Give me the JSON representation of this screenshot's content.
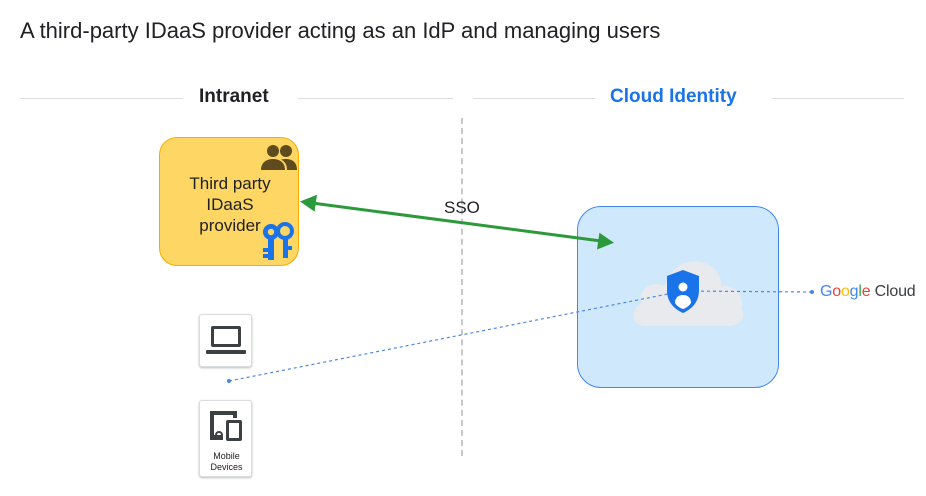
{
  "title": "A third-party IDaaS provider acting as an IdP and managing users",
  "sections": {
    "intranet": "Intranet",
    "cloud_identity": "Cloud Identity"
  },
  "idp": {
    "line1": "Third party",
    "line2": "IDaaS",
    "line3": "provider",
    "icons": [
      "people-icon",
      "keys-icon"
    ]
  },
  "connection": {
    "label": "SSO"
  },
  "devices": {
    "laptop_icon": "laptop-icon",
    "mobile_label_line1": "Mobile",
    "mobile_label_line2": "Devices",
    "mobile_icon": "mobile-devices-icon"
  },
  "cloud_identity_node": {
    "icon": "shield-user-icon"
  },
  "google_cloud": {
    "brand": "Google",
    "product": "Cloud",
    "brand_colors": [
      "#4285f4",
      "#ea4335",
      "#fbbc05",
      "#4285f4",
      "#34a853",
      "#ea4335"
    ]
  },
  "colors": {
    "sso_arrow": "#2c9a3b",
    "dotted_link": "#4a86e8",
    "accent_blue": "#1a73e8",
    "idp_fill": "#fdd663",
    "cloud_box_fill": "#cfe8fc"
  }
}
